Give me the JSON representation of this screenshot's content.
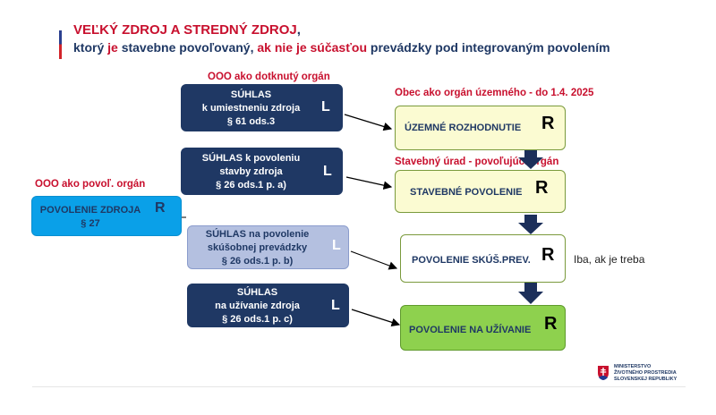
{
  "title": {
    "line1_red": "VEĽKÝ ZDROJ A STREDNÝ ZDROJ",
    "line1_comma": ",",
    "line2_a": "ktorý ",
    "line2_b": "je",
    "line2_c": " stavebne povoľovaný, ",
    "line2_d": "ak nie je súčasťou",
    "line2_e": " prevádzky pod integrovaným povolením"
  },
  "labels": {
    "ooo_dotknuty": "OOO ako dotknutý orgán",
    "obec": "Obec ako orgán územného  - do 1.4. 2025",
    "stavebny_urad": "Stavebný úrad  - povoľujúci orgán",
    "ooo_povol": "OOO ako povoľ. orgán"
  },
  "left_boxes": [
    {
      "lines": [
        "SÚHLAS",
        "k umiestneniu zdroja",
        "§ 61 ods.3"
      ],
      "letter": "L"
    },
    {
      "lines": [
        "SÚHLAS k povoleniu",
        "stavby zdroja",
        "§ 26 ods.1 p. a)"
      ],
      "letter": "L"
    },
    {
      "lines": [
        "SÚHLAS na povolenie",
        "skúšobnej prevádzky",
        "§ 26 ods.1 p. b)"
      ],
      "letter": "L"
    },
    {
      "lines": [
        "SÚHLAS",
        "na užívanie zdroja",
        "§ 26 ods.1 p. c)"
      ],
      "letter": "L"
    }
  ],
  "povolenie_zdroja": {
    "line1": "POVOLENIE ZDROJA",
    "line2": "§ 27",
    "letter": "R"
  },
  "right_boxes": [
    {
      "text": "ÚZEMNÉ ROZHODNUTIE",
      "letter": "R"
    },
    {
      "text": "STAVEBNÉ POVOLENIE",
      "letter": "R"
    },
    {
      "text": "POVOLENIE SKÚŠ.PREV.",
      "letter": "R"
    },
    {
      "text": "POVOLENIE NA UŽÍVANIE",
      "letter": "R"
    }
  ],
  "note": "Iba, ak je treba",
  "ministry": [
    "MINISTERSTVO",
    "ŽIVOTNÉHO PROSTREDIA",
    "SLOVENSKEJ REPUBLIKY"
  ],
  "colors": {
    "navy": "#1f3864",
    "red": "#c8102e",
    "lavender": "#b4c0e0",
    "blue": "#0aa0e8",
    "yellow": "#fbfbd2",
    "green": "#8ed14e"
  }
}
